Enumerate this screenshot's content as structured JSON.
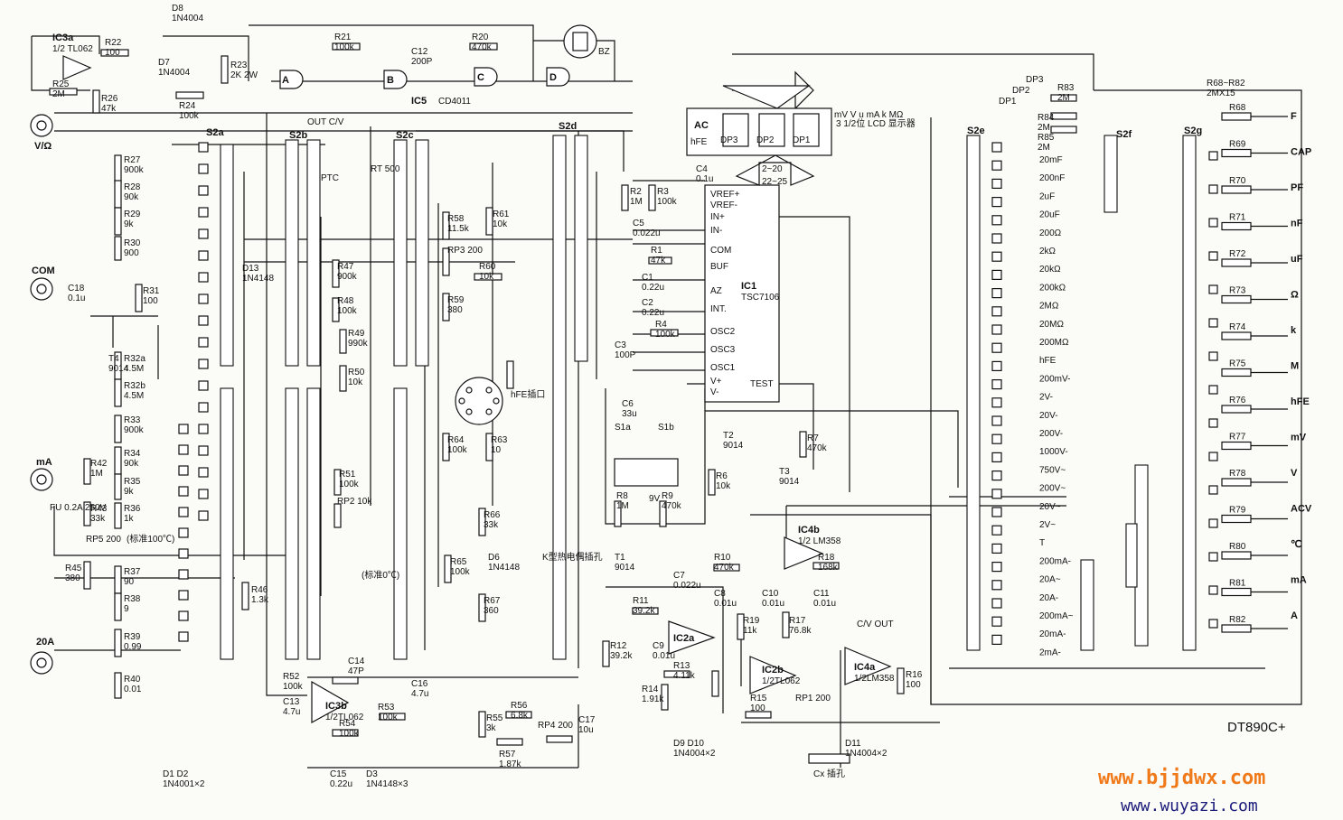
{
  "model": "DT890C+",
  "watermark": {
    "primary": "www.bjjdwx.com",
    "secondary": "www.wuyazi.com"
  },
  "lcd": {
    "label": "3 1/2位 LCD 显示器",
    "units": "mV V u mA k MΩ",
    "ac": "AC",
    "hfe": "hFE",
    "dp": [
      "DP3",
      "DP2",
      "DP1"
    ],
    "note_left": "2~20",
    "note_right": "22~25"
  },
  "ics": [
    {
      "ref": "IC5",
      "part": "CD4011",
      "gates": [
        "A",
        "B",
        "C",
        "D"
      ]
    },
    {
      "ref": "IC1",
      "part": "TSC7106"
    },
    {
      "ref": "IC3a",
      "part": "1/2 TL062"
    },
    {
      "ref": "IC3b",
      "part": "1/2TL062"
    },
    {
      "ref": "IC2a",
      "part": "IC2a"
    },
    {
      "ref": "IC2b",
      "part": "1/2TL062"
    },
    {
      "ref": "IC4a",
      "part": "1/2LM358"
    },
    {
      "ref": "IC4b",
      "part": "1/2 LM358"
    }
  ],
  "ic1_pins": [
    "VREF+",
    "VREF-",
    "IN+",
    "IN-",
    "COM",
    "BUF",
    "AZ",
    "INT.",
    "OSC2",
    "OSC3",
    "OSC1",
    "V+",
    "V-",
    "TEST"
  ],
  "terminals": [
    "V/Ω",
    "COM",
    "mA",
    "20A"
  ],
  "switches": [
    "S2a",
    "S2b",
    "S2c",
    "S2d",
    "S2e",
    "S2f",
    "S2g"
  ],
  "ranges": [
    "20mF",
    "200nF",
    "2uF",
    "20uF",
    "200Ω",
    "2kΩ",
    "20kΩ",
    "200kΩ",
    "2MΩ",
    "20MΩ",
    "200MΩ",
    "hFE",
    "200mV-",
    "2V-",
    "20V-",
    "200V-",
    "1000V-",
    "750V~",
    "200V~",
    "20V~",
    "2V~",
    "T",
    "200mA-",
    "20A~",
    "20A-",
    "200mA~",
    "20mA-",
    "2mA-"
  ],
  "outputs": [
    "F",
    "CAP",
    "PF",
    "nF",
    "uF",
    "Ω",
    "k",
    "M",
    "hFE",
    "mV",
    "V",
    "ACV",
    "℃",
    "mA",
    "A"
  ],
  "resistors": [
    {
      "ref": "R21",
      "val": "100k"
    },
    {
      "ref": "R20",
      "val": "470k"
    },
    {
      "ref": "R22",
      "val": "100"
    },
    {
      "ref": "R23",
      "val": "2K 2W"
    },
    {
      "ref": "R24",
      "val": "100k"
    },
    {
      "ref": "R25",
      "val": "2M"
    },
    {
      "ref": "R26",
      "val": "47k"
    },
    {
      "ref": "R27",
      "val": "900k"
    },
    {
      "ref": "R28",
      "val": "90k"
    },
    {
      "ref": "R29",
      "val": "9k"
    },
    {
      "ref": "R30",
      "val": "900"
    },
    {
      "ref": "R31",
      "val": "100"
    },
    {
      "ref": "R32a",
      "val": "4.5M"
    },
    {
      "ref": "R32b",
      "val": "4.5M"
    },
    {
      "ref": "R33",
      "val": "900k"
    },
    {
      "ref": "R34",
      "val": "90k"
    },
    {
      "ref": "R35",
      "val": "9k"
    },
    {
      "ref": "R36",
      "val": "1k"
    },
    {
      "ref": "R37",
      "val": "90"
    },
    {
      "ref": "R38",
      "val": "9"
    },
    {
      "ref": "R39",
      "val": "0.99"
    },
    {
      "ref": "R40",
      "val": "0.01"
    },
    {
      "ref": "R42",
      "val": "1M"
    },
    {
      "ref": "R43",
      "val": "33k"
    },
    {
      "ref": "R45",
      "val": "380"
    },
    {
      "ref": "R46",
      "val": "1.3k"
    },
    {
      "ref": "R47",
      "val": "900k"
    },
    {
      "ref": "R48",
      "val": "100k"
    },
    {
      "ref": "R49",
      "val": "990k"
    },
    {
      "ref": "R50",
      "val": "10k"
    },
    {
      "ref": "R51",
      "val": "100k"
    },
    {
      "ref": "R58",
      "val": "11.5k"
    },
    {
      "ref": "R59",
      "val": "380"
    },
    {
      "ref": "R60",
      "val": "10k"
    },
    {
      "ref": "R61",
      "val": "10k"
    },
    {
      "ref": "R63",
      "val": "10"
    },
    {
      "ref": "R64",
      "val": "100k"
    },
    {
      "ref": "R65",
      "val": "100k"
    },
    {
      "ref": "R66",
      "val": "33k"
    },
    {
      "ref": "R67",
      "val": "360"
    },
    {
      "ref": "R1",
      "val": "47k"
    },
    {
      "ref": "R2",
      "val": "1M"
    },
    {
      "ref": "R3",
      "val": "100k"
    },
    {
      "ref": "R4",
      "val": "100k"
    },
    {
      "ref": "R6",
      "val": "10k"
    },
    {
      "ref": "R7",
      "val": "470k"
    },
    {
      "ref": "R8",
      "val": "1M"
    },
    {
      "ref": "R9",
      "val": "470k"
    },
    {
      "ref": "R10",
      "val": "470k"
    },
    {
      "ref": "R11",
      "val": "39.2k"
    },
    {
      "ref": "R12",
      "val": "39.2k"
    },
    {
      "ref": "R13",
      "val": "4.11k"
    },
    {
      "ref": "R14",
      "val": "1.91k"
    },
    {
      "ref": "R15",
      "val": "100"
    },
    {
      "ref": "R16",
      "val": "100"
    },
    {
      "ref": "R17",
      "val": "76.8k"
    },
    {
      "ref": "R18",
      "val": "168k"
    },
    {
      "ref": "R19",
      "val": "11k"
    },
    {
      "ref": "R52",
      "val": "100k"
    },
    {
      "ref": "R53",
      "val": "100k"
    },
    {
      "ref": "R54",
      "val": "100k"
    },
    {
      "ref": "R55",
      "val": "3k"
    },
    {
      "ref": "R56",
      "val": "6.8k"
    },
    {
      "ref": "R57",
      "val": "1.87k"
    },
    {
      "ref": "R83",
      "val": "2M"
    },
    {
      "ref": "R84",
      "val": "2M"
    },
    {
      "ref": "R85",
      "val": "2M"
    },
    {
      "ref": "R68~R82",
      "val": "2MX15"
    }
  ],
  "capacitors": [
    {
      "ref": "C12",
      "val": "200P"
    },
    {
      "ref": "C18",
      "val": "0.1u"
    },
    {
      "ref": "C4",
      "val": "0.1u"
    },
    {
      "ref": "C5",
      "val": "0.022u"
    },
    {
      "ref": "C1",
      "val": "0.22u"
    },
    {
      "ref": "C2",
      "val": "0.22u"
    },
    {
      "ref": "C3",
      "val": "100P"
    },
    {
      "ref": "C6",
      "val": "33u"
    },
    {
      "ref": "C7",
      "val": "0.022u"
    },
    {
      "ref": "C8",
      "val": "0.01u"
    },
    {
      "ref": "C9",
      "val": "0.01u"
    },
    {
      "ref": "C10",
      "val": "0.01u"
    },
    {
      "ref": "C11",
      "val": "0.01u"
    },
    {
      "ref": "C13",
      "val": "4.7u"
    },
    {
      "ref": "C14",
      "val": "47P"
    },
    {
      "ref": "C15",
      "val": "0.22u"
    },
    {
      "ref": "C16",
      "val": "4.7u"
    },
    {
      "ref": "C17",
      "val": "10u"
    }
  ],
  "semis": [
    {
      "ref": "D8",
      "val": "1N4004"
    },
    {
      "ref": "D7",
      "val": "1N4004"
    },
    {
      "ref": "D13",
      "val": "1N4148"
    },
    {
      "ref": "D6",
      "val": "1N4148"
    },
    {
      "ref": "D1 D2",
      "val": "1N4001×2"
    },
    {
      "ref": "D3",
      "val": "1N4148×3"
    },
    {
      "ref": "D9 D10",
      "val": "1N4004×2"
    },
    {
      "ref": "D11",
      "val": "1N4004×2"
    },
    {
      "ref": "T4",
      "val": "9014"
    },
    {
      "ref": "T1",
      "val": "9014"
    },
    {
      "ref": "T2",
      "val": "9014"
    },
    {
      "ref": "T3",
      "val": "9014"
    }
  ],
  "misc": {
    "fuse": "FU 0.2A 250V",
    "rp5": "RP5 200",
    "rp5_note": "(标准100℃)",
    "rp1": "RP1 200",
    "rp2": "RP2 10k",
    "rp3": "RP3 200",
    "rp4": "RP4 200",
    "ptc": "PTC",
    "rt": "RT 500",
    "bz": "BZ",
    "out_cv": "OUT C/V",
    "cv_out": "C/V OUT",
    "cx": "Cx 插孔",
    "hfe_socket": "hFE插口",
    "k_thermo": "K型热电偶插孔",
    "std0": "(标准0℃)",
    "battery": "9V",
    "s1": [
      "S1a",
      "S1b"
    ]
  }
}
